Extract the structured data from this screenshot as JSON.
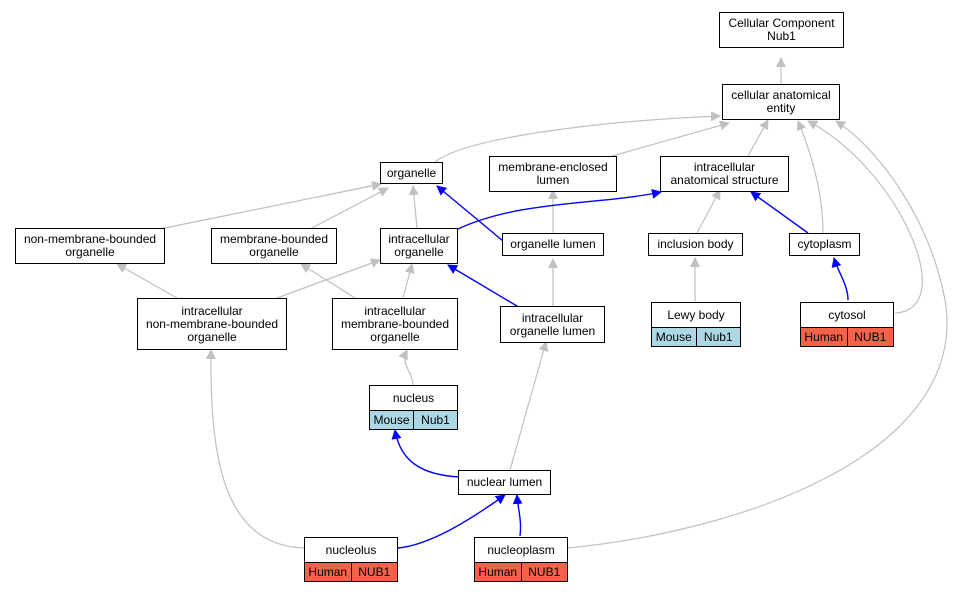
{
  "nodes": {
    "cc_nub1": "Cellular Component\nNub1",
    "cae": "cellular anatomical\nentity",
    "organelle": "organelle",
    "mel": "membrane-enclosed\nlumen",
    "ias": "intracellular\nanatomical structure",
    "nmbo": "non-membrane-bounded\norganelle",
    "mbo": "membrane-bounded\norganelle",
    "io": "intracellular\norganelle",
    "ol": "organelle lumen",
    "ib": "inclusion body",
    "cyto": "cytoplasm",
    "inmbo": "intracellular\nnon-membrane-bounded\norganelle",
    "imbo": "intracellular\nmembrane-bounded\norganelle",
    "iol": "intracellular\norganelle lumen",
    "nl": "nuclear lumen"
  },
  "tagged": {
    "lewy": {
      "label": "Lewy body",
      "species": "Mouse",
      "gene": "Nub1"
    },
    "cytosol": {
      "label": "cytosol",
      "species": "Human",
      "gene": "NUB1"
    },
    "nucleus": {
      "label": "nucleus",
      "species": "Mouse",
      "gene": "Nub1"
    },
    "nucleolus": {
      "label": "nucleolus",
      "species": "Human",
      "gene": "NUB1"
    },
    "nucleoplasm": {
      "label": "nucleoplasm",
      "species": "Human",
      "gene": "NUB1"
    }
  },
  "colors": {
    "is_a_edge": "#c0c0c0",
    "part_of_edge": "#0000ff",
    "human": "#f4624a",
    "mouse": "#acd8e6"
  }
}
